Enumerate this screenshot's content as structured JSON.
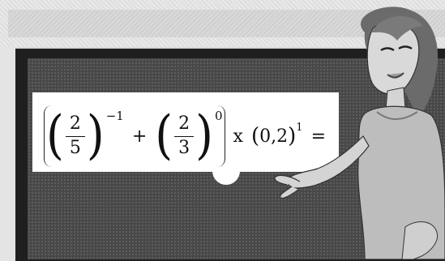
{
  "equation": {
    "frac1_num": "2",
    "frac1_den": "5",
    "exp1": "−1",
    "plus": "+",
    "frac2_num": "2",
    "frac2_den": "3",
    "exp2": "0",
    "times": "x",
    "decimal_open": "(",
    "decimal_value": "0,2",
    "decimal_close": ")",
    "exp3": "1",
    "equals": "="
  }
}
